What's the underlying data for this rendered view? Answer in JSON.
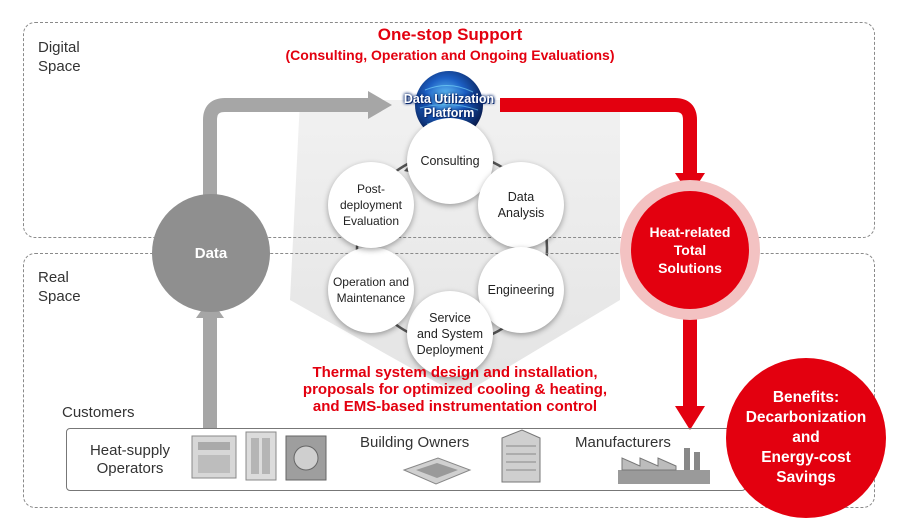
{
  "title": "One-stop Support",
  "subtitle": "(Consulting, Operation and Ongoing Evaluations)",
  "zones": {
    "digital": "Digital\nSpace",
    "real": "Real\nSpace"
  },
  "platform": "Data Utilization\nPlatform",
  "data_circle": "Data",
  "solutions": "Heat-related\nTotal\nSolutions",
  "cycle": {
    "consulting": "Consulting",
    "data_analysis": "Data\nAnalysis",
    "engineering": "Engineering",
    "service": "Service\nand System\nDeployment",
    "operation": "Operation and\nMaintenance",
    "post_deployment": "Post-deployment\nEvaluation"
  },
  "thermal_text": "Thermal system design and installation,\nproposals for optimized cooling & heating,\nand EMS-based instrumentation control",
  "customers": {
    "label": "Customers",
    "heat_supply": "Heat-supply\nOperators",
    "building": "Building Owners",
    "manufacturers": "Manufacturers"
  },
  "benefits": "Benefits:\nDecarbonization\nand\nEnergy-cost\nSavings",
  "colors": {
    "red": "#e3000f",
    "gray": "#a6a6a6",
    "dark_gray": "#8f8f8f",
    "navy": "#0b2a6f"
  },
  "icons": [
    "heat-supply-equipment-icon",
    "building-ac-unit-icon",
    "office-building-icon",
    "factory-icon"
  ]
}
